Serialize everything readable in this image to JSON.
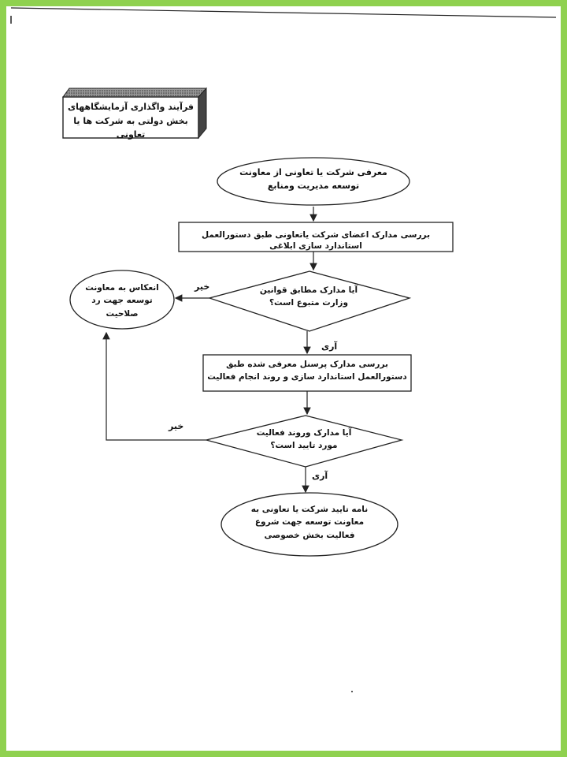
{
  "colors": {
    "frame": "#8fd14f",
    "stroke": "#222222",
    "background": "#ffffff"
  },
  "title_box": {
    "text": "فرآیند واگذاری آزمایشگاههای بخش دولتی به شرکت ها یا تعاونی"
  },
  "nodes": {
    "start": "معرفی شرکت یا تعاونی از معاونت توسعه مدیریت ومنابع",
    "review_members": "بررسی مدارک اعضای شرکت یاتعاونی طبق دستورالعمل استاندارد سازی ابلاغی",
    "decision_laws": "آیا مدارک مطابق قوانین وزارت متبوع است؟",
    "reject": "انعکاس به معاونت توسعه جهت رد صلاحیت",
    "review_personnel": "بررسی مدارک پرسنل معرفی شده طبق دستورالعمل استاندارد سازی و روند انجام فعالیت",
    "decision_approval": "آیا مدارک وروند فعالیت مورد تایید است؟",
    "end": "نامه تایید شرکت یا تعاونی به معاونت توسعه جهت شروع فعالیت بخش خصوصی"
  },
  "edge_labels": {
    "no_1": "خیر",
    "yes_1": "آری",
    "no_2": "خیر",
    "yes_2": "آری"
  }
}
